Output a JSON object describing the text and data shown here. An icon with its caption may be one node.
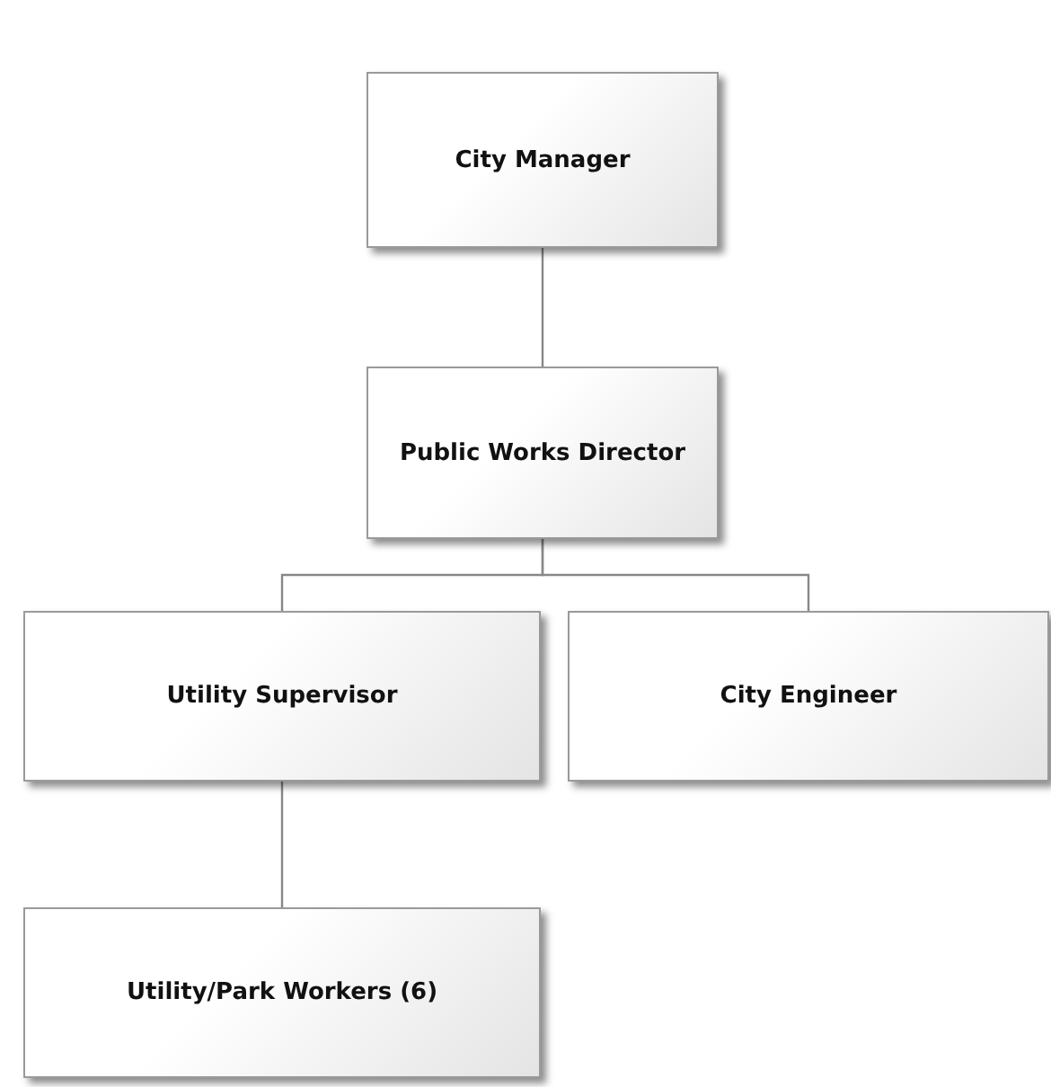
{
  "diagram": {
    "nodes": [
      {
        "text": [
          "City Manager"
        ]
      },
      {
        "text": [
          "Public Works Director"
        ]
      },
      {
        "text": [
          "Utility Supervisor"
        ]
      },
      {
        "text": [
          "City Engineer"
        ]
      },
      {
        "text": [
          "Utility/Park Workers (6)"
        ]
      }
    ],
    "edges": [
      {
        "from": 0,
        "to": 1,
        "arrow": "none"
      },
      {
        "from": 1,
        "to": 2,
        "arrow": "none"
      },
      {
        "from": 1,
        "to": 3,
        "arrow": "none"
      },
      {
        "from": 2,
        "to": 4,
        "arrow": "none"
      }
    ]
  }
}
